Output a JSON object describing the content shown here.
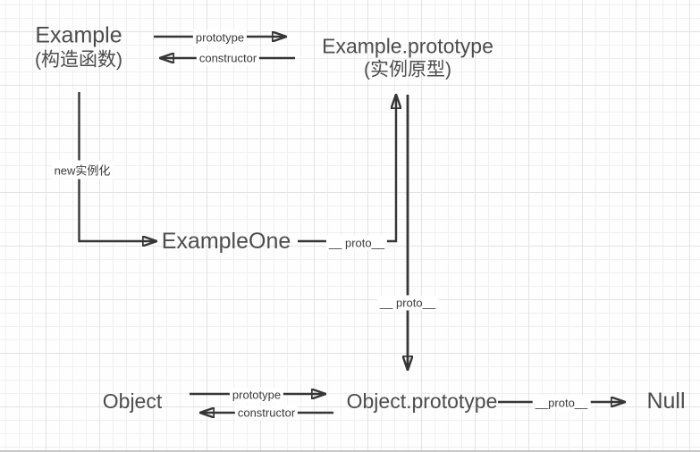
{
  "diagram": {
    "nodes": {
      "example": {
        "title": "Example",
        "subtitle": "(构造函数)"
      },
      "example_prototype": {
        "title": "Example.prototype",
        "subtitle": "(实例原型)"
      },
      "example_one": {
        "title": "ExampleOne"
      },
      "object": {
        "title": "Object"
      },
      "object_prototype": {
        "title": "Object.prototype"
      },
      "null_node": {
        "title": "Null"
      }
    },
    "edge_labels": {
      "prototype_top": "prototype",
      "constructor_top": "constructor",
      "new_instance": "new实例化",
      "proto_example_one": "__ proto__",
      "proto_chain": "__ proto__",
      "prototype_bottom": "prototype",
      "constructor_bottom": "constructor",
      "proto_null": "__proto__"
    },
    "colors": {
      "node_text": "#4c4c4c",
      "edge_line": "#363636",
      "edge_label_text": "#3a3a3a",
      "grid_minor": "#f0f0f0",
      "grid_major": "#e3e3e3"
    }
  }
}
